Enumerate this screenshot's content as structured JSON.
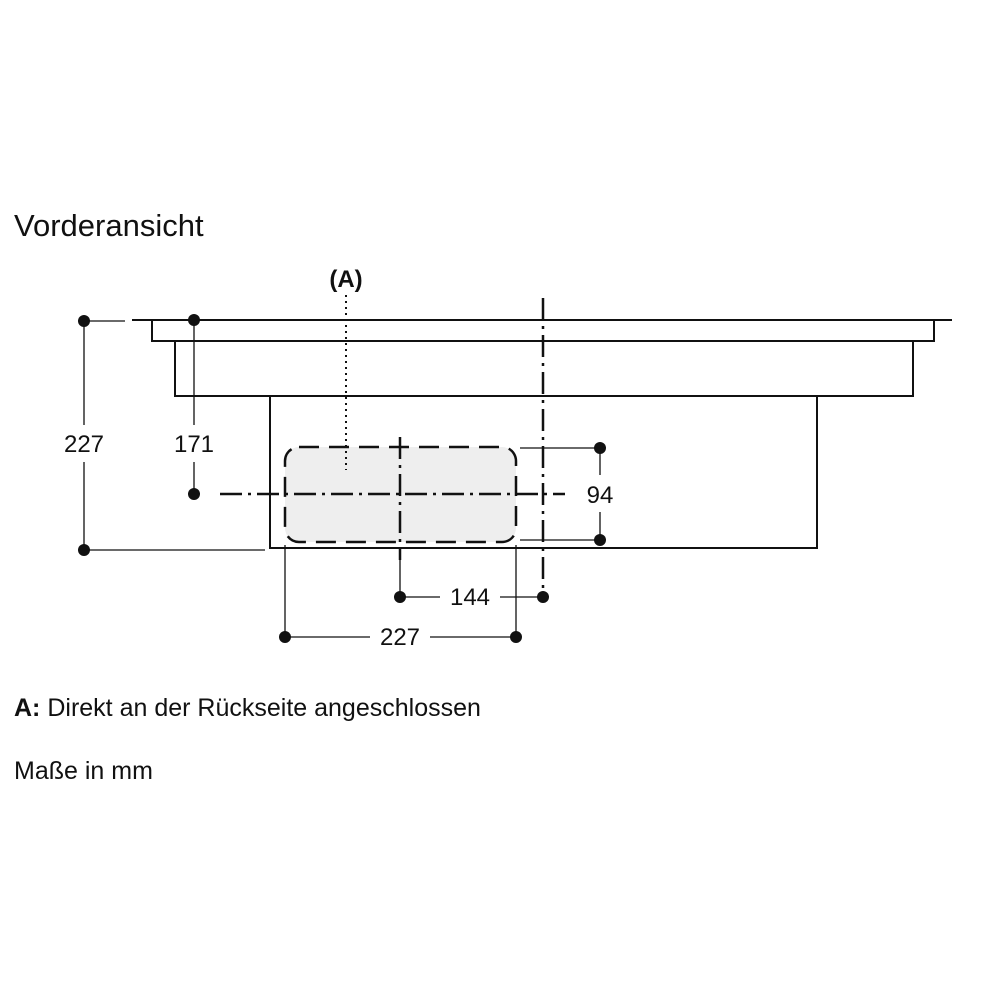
{
  "title": "Vorderansicht",
  "callout_label": "(A)",
  "dimensions": {
    "total_height": "227",
    "center_height": "171",
    "opening_height": "94",
    "center_offset": "144",
    "opening_width": "227"
  },
  "legend": {
    "key": "A:",
    "text": "Direkt an der Rückseite angeschlossen"
  },
  "units_note": "Maße in mm"
}
